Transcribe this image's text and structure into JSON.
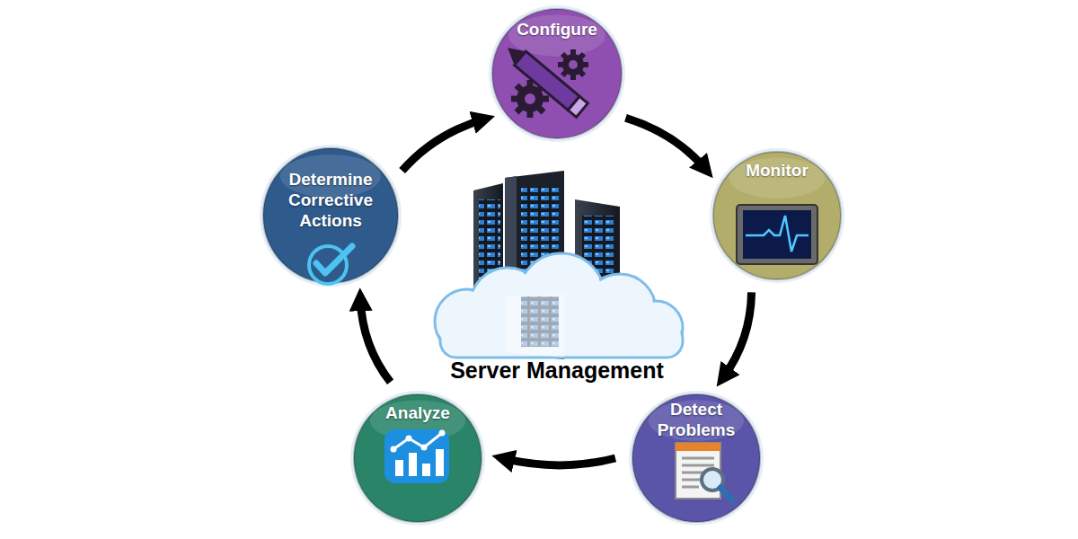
{
  "diagram": {
    "nodes": [
      {
        "text": [
          "Configure"
        ]
      },
      {
        "text": [
          "Monitor"
        ]
      },
      {
        "text": [
          "Detect Problems"
        ]
      },
      {
        "text": [
          "Analyze"
        ]
      },
      {
        "text": [
          "Determine Corrective Actions"
        ]
      }
    ],
    "edges": [
      {
        "from": 0,
        "to": 1,
        "arrow": "to"
      },
      {
        "from": 1,
        "to": 2,
        "arrow": "to"
      },
      {
        "from": 2,
        "to": 3,
        "arrow": "to"
      },
      {
        "from": 3,
        "to": 4,
        "arrow": "to"
      },
      {
        "from": 4,
        "to": 0,
        "arrow": "to"
      }
    ],
    "labels": [
      "Server Management"
    ]
  }
}
